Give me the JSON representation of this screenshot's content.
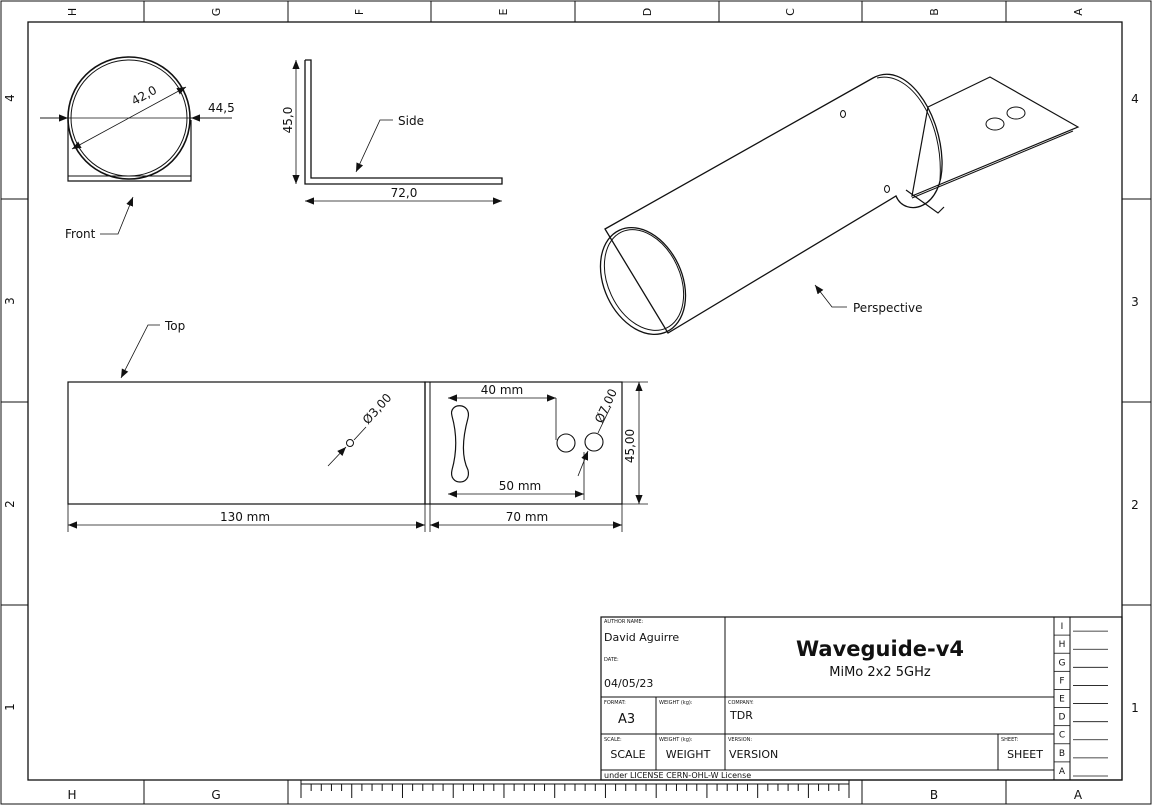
{
  "frame": {
    "columns": [
      "H",
      "G",
      "F",
      "E",
      "D",
      "C",
      "B",
      "A"
    ],
    "rows": [
      "4",
      "3",
      "2",
      "1"
    ]
  },
  "views": {
    "front": "Front",
    "side": "Side",
    "top": "Top",
    "perspective": "Perspective"
  },
  "dimensions": {
    "front_diameter": "42,0",
    "front_width": "44,5",
    "side_height": "45,0",
    "side_length": "72,0",
    "hole_small": "Ø3,00",
    "hole_large": "Ø7,00",
    "tube_length": "130 mm",
    "plate_length": "70 mm",
    "plate_width": "45,00",
    "slot_offset_40": "40 mm",
    "slot_offset_50": "50 mm"
  },
  "title_block": {
    "author_label": "AUTHOR NAME:",
    "author": "David Aguirre",
    "date_label": "DATE:",
    "date": "04/05/23",
    "title": "Waveguide-v4",
    "subtitle": "MiMo 2x2 5GHz",
    "format_label": "FORMAT:",
    "format": "A3",
    "weight_label": "WEIGHT (kg):",
    "weight": "WEIGHT",
    "company_label": "COMPANY:",
    "company": "TDR",
    "scale_label": "SCALE:",
    "scale": "SCALE",
    "version_label": "VERSION:",
    "version": "VERSION",
    "sheet_label": "SHEET:",
    "sheet": "SHEET",
    "license": "under LICENSE CERN-OHL-W License",
    "revisions": [
      "I",
      "H",
      "G",
      "F",
      "E",
      "D",
      "C",
      "B",
      "A"
    ]
  }
}
